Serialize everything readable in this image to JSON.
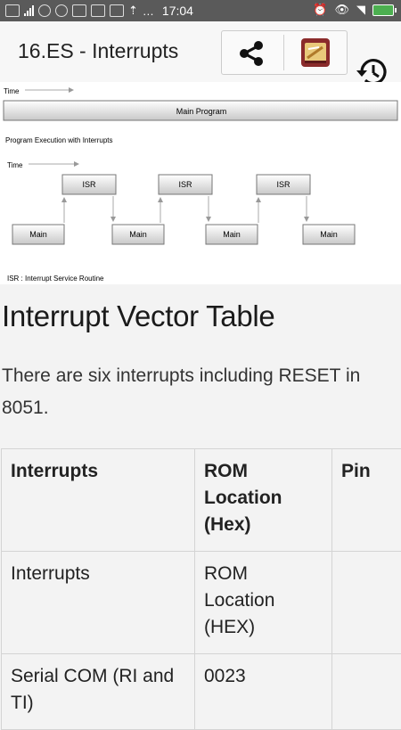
{
  "status_bar": {
    "time": "17:04"
  },
  "app_bar": {
    "title": "16.ES - Interrupts"
  },
  "diagram": {
    "time_label_top": "Time",
    "main_program_label": "Main Program",
    "section_title": "Program Execution with Interrupts",
    "time_label": "Time",
    "isr_label": "ISR",
    "main_label": "Main",
    "footnote": "ISR : Interrupt Service Routine"
  },
  "content": {
    "heading": "Interrupt Vector Table",
    "paragraph": "There are six interrupts including RESET in 8051.",
    "table": {
      "headers": [
        "Interrupts",
        "ROM Location (Hex)",
        "Pin"
      ],
      "rows": [
        [
          "Interrupts",
          "ROM Location (HEX)",
          ""
        ],
        [
          "Serial COM (RI and TI)",
          "0023",
          ""
        ]
      ]
    }
  }
}
